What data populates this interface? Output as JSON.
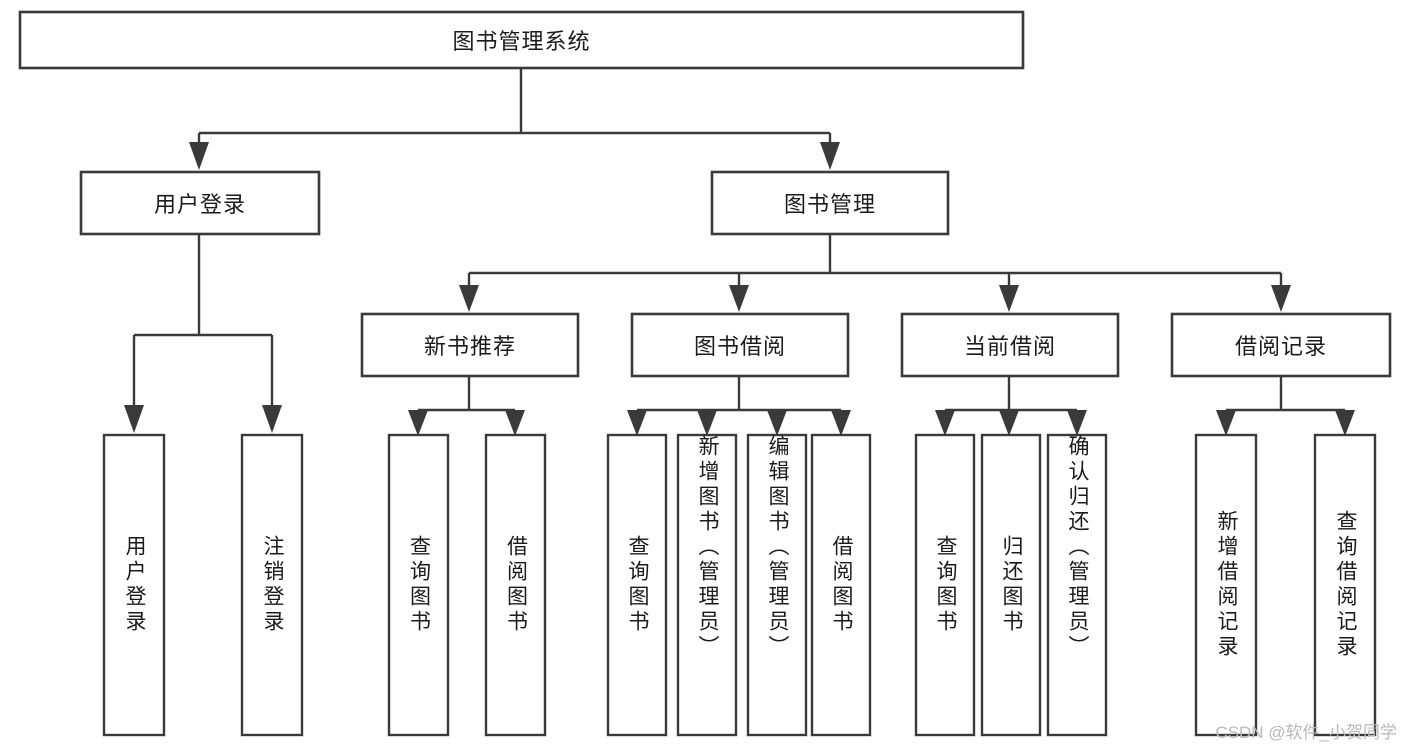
{
  "diagram": {
    "kind": "tree-hierarchy-chart",
    "root": {
      "label": "图书管理系统"
    },
    "level2": [
      {
        "label": "用户登录"
      },
      {
        "label": "图书管理"
      }
    ],
    "level3": [
      {
        "label": "新书推荐"
      },
      {
        "label": "图书借阅"
      },
      {
        "label": "当前借阅"
      },
      {
        "label": "借阅记录"
      }
    ],
    "leaves": {
      "user_login": [
        {
          "label": "用户登录"
        },
        {
          "label": "注销登录"
        }
      ],
      "new_book_recommend": [
        {
          "label": "查询图书"
        },
        {
          "label": "借阅图书"
        }
      ],
      "book_borrow": [
        {
          "label": "查询图书"
        },
        {
          "label": "新增图书（管理员）"
        },
        {
          "label": "编辑图书（管理员）"
        },
        {
          "label": "借阅图书"
        }
      ],
      "current_borrow": [
        {
          "label": "查询图书"
        },
        {
          "label": "归还图书"
        },
        {
          "label": "确认归还（管理员）"
        }
      ],
      "borrow_record": [
        {
          "label": "新增借阅记录"
        },
        {
          "label": "查询借阅记录"
        }
      ]
    }
  },
  "watermark": {
    "text": "CSDN @软件_小贺同学"
  },
  "colors": {
    "box_border": "#3a3a3a",
    "box_fill": "#ffffff",
    "text": "#1b1b1b",
    "connector": "#3a3a3a",
    "watermark": "#b9b9b9",
    "background": "#ffffff"
  }
}
